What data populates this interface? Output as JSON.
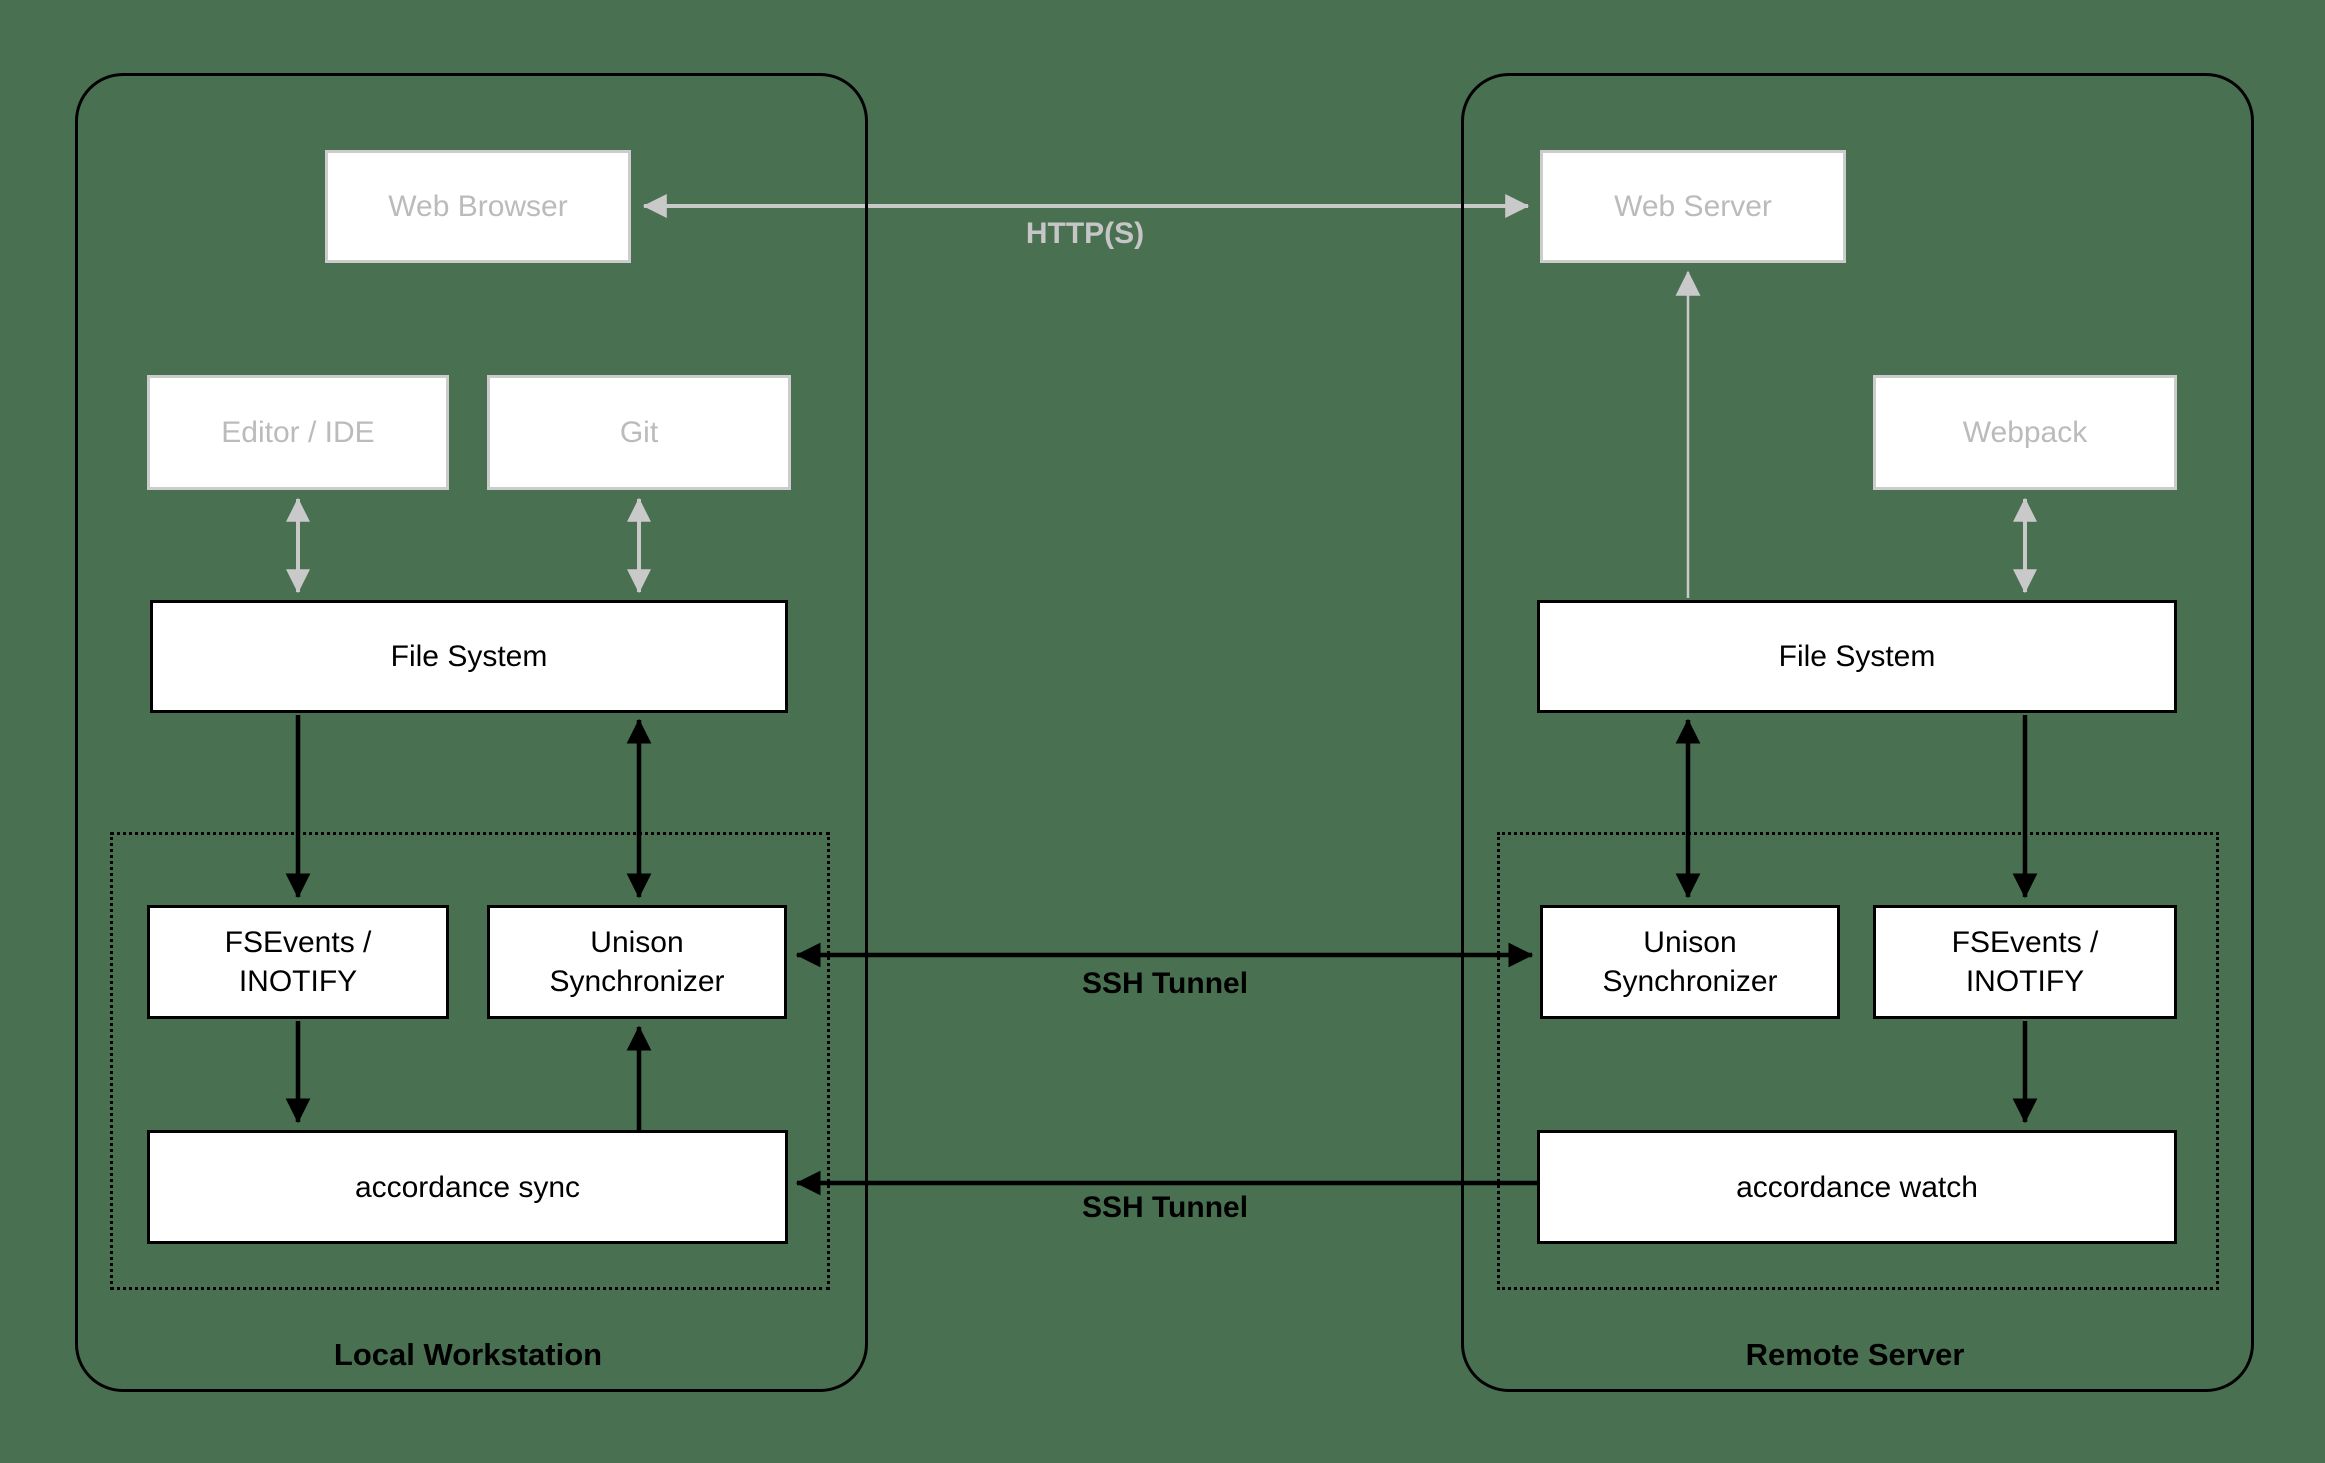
{
  "colors": {
    "background": "#497051",
    "box_fill": "#ffffff",
    "muted_border": "#cccccc",
    "muted_text": "#bbbbbb",
    "muted_arrow": "#c9c9c9",
    "black_line": "#000000"
  },
  "local": {
    "title": "Local Workstation",
    "web_browser": "Web Browser",
    "editor": "Editor / IDE",
    "git": "Git",
    "file_system": "File System",
    "fsevents": "FSEvents / INOTIFY",
    "unison": "Unison Synchronizer",
    "accordance": "accordance sync"
  },
  "remote": {
    "title": "Remote Server",
    "web_server": "Web Server",
    "webpack": "Webpack",
    "file_system": "File System",
    "unison": "Unison Synchronizer",
    "fsevents": "FSEvents / INOTIFY",
    "accordance": "accordance watch"
  },
  "connections": {
    "http": "HTTP(S)",
    "ssh_tunnel_top": "SSH Tunnel",
    "ssh_tunnel_bottom": "SSH Tunnel"
  }
}
